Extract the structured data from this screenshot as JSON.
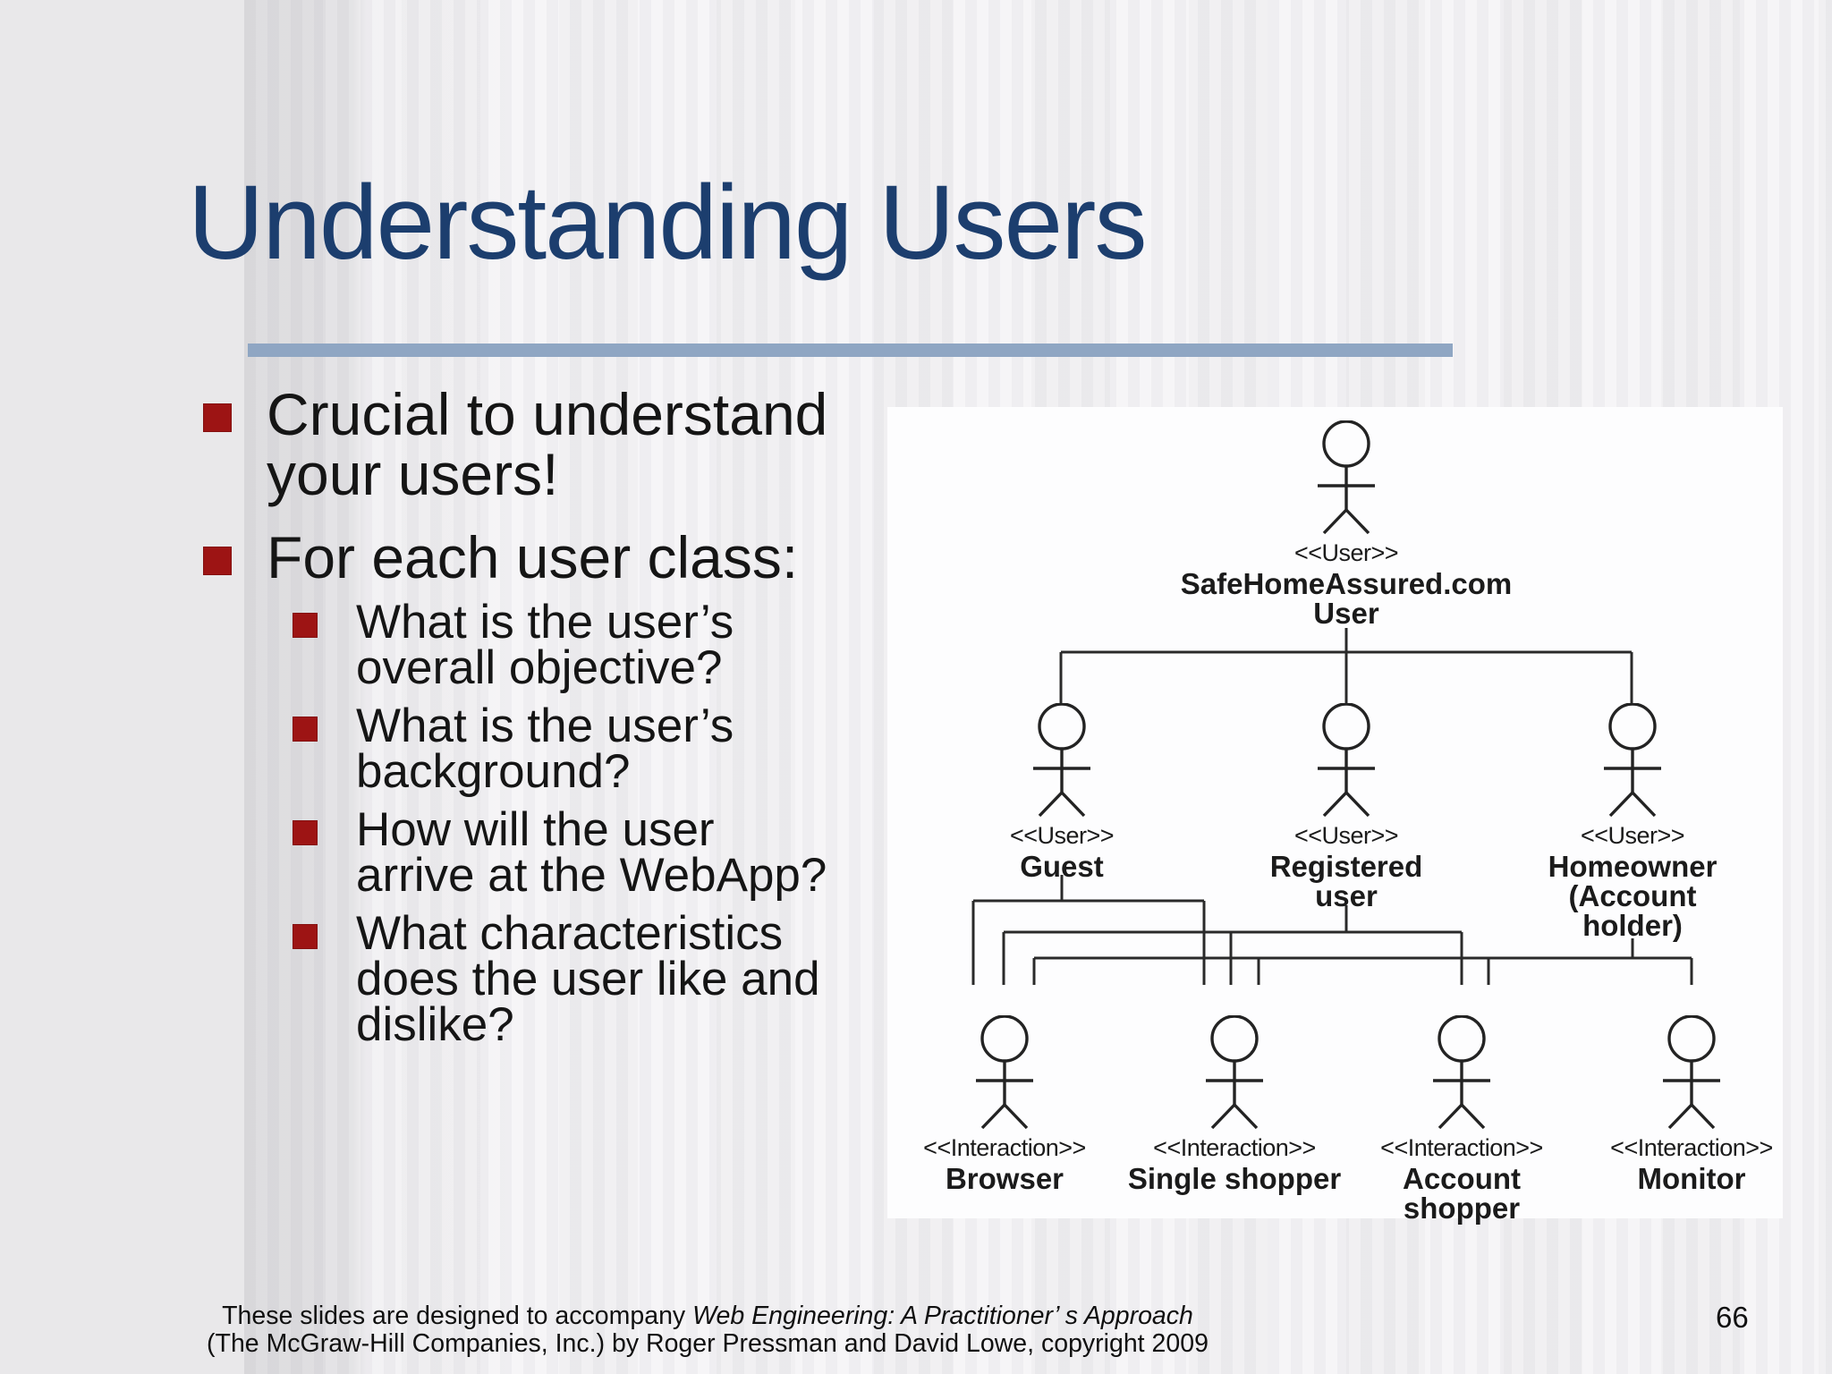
{
  "slide": {
    "title": "Understanding Users",
    "page_number": "66",
    "bullets": [
      {
        "level": 1,
        "text": "Crucial to understand\nyour users!"
      },
      {
        "level": 1,
        "text": "For each user class:"
      },
      {
        "level": 2,
        "text": "What is the user’s\noverall objective?"
      },
      {
        "level": 2,
        "text": "What is the user’s\nbackground?"
      },
      {
        "level": 2,
        "text": "How will the user\narrive at the WebApp?"
      },
      {
        "level": 2,
        "text": "What characteristics\ndoes the user like and\ndislike?"
      }
    ],
    "footer": {
      "line1_regular": "These slides are designed to accompany ",
      "line1_italic": "Web Engineering: A Practitioner’ s Approach",
      "line2": "(The McGraw-Hill Companies, Inc.) by Roger Pressman and David Lowe, copyright 2009"
    }
  },
  "diagram": {
    "root": {
      "stereotype": "<<User>>",
      "name": "SafeHomeAssured.com\nUser"
    },
    "mid": [
      {
        "stereotype": "<<User>>",
        "name": "Guest"
      },
      {
        "stereotype": "<<User>>",
        "name": "Registered\nuser"
      },
      {
        "stereotype": "<<User>>",
        "name": "Homeowner\n(Account\nholder)"
      }
    ],
    "bottom": [
      {
        "stereotype": "<<Interaction>>",
        "name": "Browser"
      },
      {
        "stereotype": "<<Interaction>>",
        "name": "Single shopper"
      },
      {
        "stereotype": "<<Interaction>>",
        "name": "Account\nshopper"
      },
      {
        "stereotype": "<<Interaction>>",
        "name": "Monitor"
      }
    ]
  },
  "colors": {
    "title_blue": "#1c3e6e",
    "rule_blue": "#8fa6c3",
    "bullet_red": "#9d1414",
    "diagram_line": "#232323",
    "panel_white": "#fdfdfe",
    "background_gray": "#e9e8ea"
  }
}
